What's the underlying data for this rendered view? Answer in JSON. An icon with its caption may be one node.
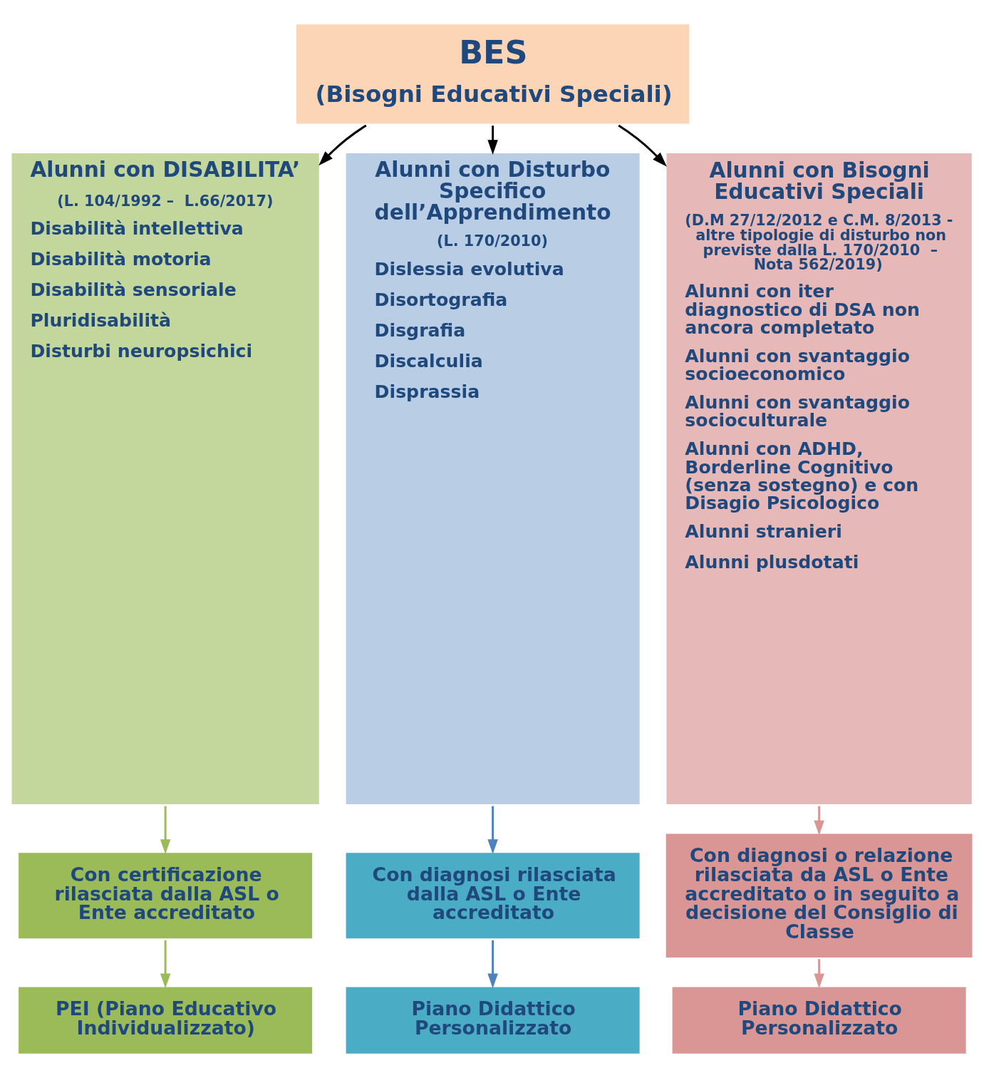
{
  "diagram": {
    "nodes": [
      {
        "text": [
          "BES",
          "(Bisogni Educativi Speciali)"
        ]
      },
      {
        "text": [
          "Alunni con DISABILITA’",
          "(L. 104/1992 –  L.66/2017)",
          "Disabilità intellettiva",
          "Disabilità motoria",
          "Disabilità sensoriale",
          "Pluridisabilità",
          "Disturbi neuropsichici"
        ]
      },
      {
        "text": [
          "Alunni con Disturbo Specifico dell’Apprendimento",
          "(L. 170/2010)",
          "Dislessia evolutiva",
          "Disortografia",
          "Disgrafia",
          "Discalculia",
          "Disprassia"
        ]
      },
      {
        "text": [
          "Alunni con Bisogni Educativi Speciali",
          "(D.M 27/12/2012 e C.M. 8/2013 - altre tipologie di disturbo non previste dalla L. 170/2010  –  Nota 562/2019)",
          "Alunni con iter diagnostico di DSA non ancora completato",
          "Alunni con svantaggio socioeconomico",
          "Alunni con svantaggio socioculturale",
          "Alunni con ADHD, Borderline Cognitivo (senza sostegno) e con Disagio Psicologico",
          "Alunni stranieri",
          "Alunni plusdotati"
        ]
      },
      {
        "text": [
          "Con certificazione rilasciata dalla ASL o Ente accreditato"
        ]
      },
      {
        "text": [
          "Con diagnosi rilasciata dalla ASL o Ente accreditato"
        ]
      },
      {
        "text": [
          "Con diagnosi o relazione rilasciata da ASL o Ente accreditato o in seguito a decisione del Consiglio di Classe"
        ]
      },
      {
        "text": [
          "PEI (Piano Educativo Individualizzato)"
        ]
      },
      {
        "text": [
          "Piano Didattico Personalizzato"
        ]
      },
      {
        "text": [
          "Piano Didattico Personalizzato"
        ]
      }
    ],
    "edges": [
      {
        "from": 0,
        "to": 1,
        "arrow": "to",
        "color": "#000000"
      },
      {
        "from": 0,
        "to": 2,
        "arrow": "to",
        "color": "#000000"
      },
      {
        "from": 0,
        "to": 3,
        "arrow": "to",
        "color": "#000000"
      },
      {
        "from": 1,
        "to": 4,
        "arrow": "to",
        "color": "#9bbb59"
      },
      {
        "from": 2,
        "to": 5,
        "arrow": "to",
        "color": "#4f81bd"
      },
      {
        "from": 3,
        "to": 6,
        "arrow": "to",
        "color": "#d99694"
      },
      {
        "from": 4,
        "to": 7,
        "arrow": "to",
        "color": "#9bbb59"
      },
      {
        "from": 5,
        "to": 8,
        "arrow": "to",
        "color": "#4f81bd"
      },
      {
        "from": 6,
        "to": 9,
        "arrow": "to",
        "color": "#d99694"
      }
    ]
  }
}
